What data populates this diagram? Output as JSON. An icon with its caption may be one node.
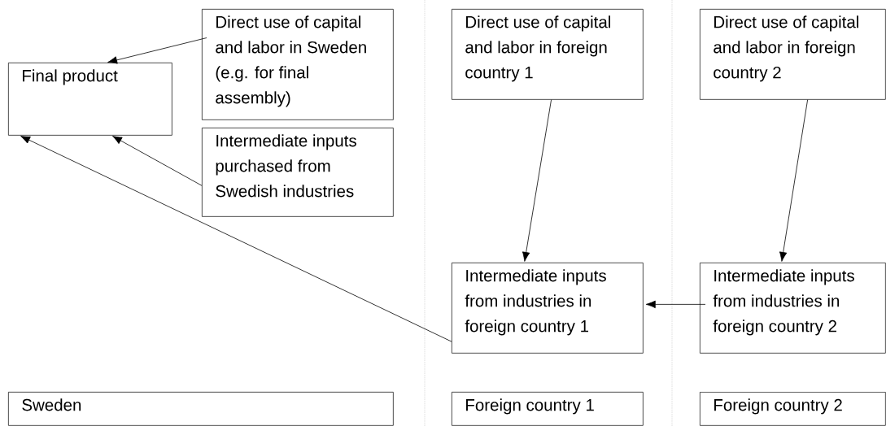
{
  "diagram": {
    "nodes": [
      {
        "text": [
          "Final product"
        ]
      },
      {
        "text": [
          "Direct use of capital and labor in Sweden (e.g. for final assembly)"
        ]
      },
      {
        "text": [
          "Intermediate inputs purchased from Swedish industries"
        ]
      },
      {
        "text": [
          "Direct use of capital and labor in foreign country 1"
        ]
      },
      {
        "text": [
          "Direct use of capital and labor in foreign country 2"
        ]
      },
      {
        "text": [
          "Intermediate inputs from industries in foreign country 1"
        ]
      },
      {
        "text": [
          "Intermediate inputs from industries in foreign country 2"
        ]
      },
      {
        "text": [
          "Sweden"
        ]
      },
      {
        "text": [
          "Foreign country 1"
        ]
      },
      {
        "text": [
          "Foreign country 2"
        ]
      }
    ],
    "edges": [
      {
        "from": 1,
        "to": 0,
        "arrow": "to"
      },
      {
        "from": 2,
        "to": 0,
        "arrow": "to"
      },
      {
        "from": 5,
        "to": 0,
        "arrow": "to"
      },
      {
        "from": 3,
        "to": 5,
        "arrow": "to"
      },
      {
        "from": 4,
        "to": 6,
        "arrow": "to"
      },
      {
        "from": 6,
        "to": 5,
        "arrow": "to"
      }
    ]
  }
}
